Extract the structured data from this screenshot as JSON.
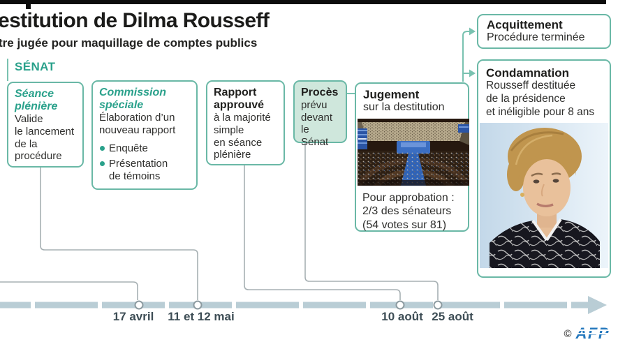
{
  "header": {
    "title": "estitution de Dilma Rousseff",
    "subtitle": "tre jugée pour maquillage de comptes publics",
    "section_label": "SÉNAT"
  },
  "boxes": {
    "seance": {
      "title": "Séance\nplénière",
      "body": "Valide\nle lancement\nde la\nprocédure"
    },
    "commission": {
      "title": "Commission\nspéciale",
      "body": "Élaboration d’un\nnouveau rapport",
      "bullets": [
        "Enquête",
        "Présentation\nde témoins"
      ]
    },
    "rapport": {
      "title": "Rapport\napprouvé",
      "body": "à la majorité\nsimple\nen séance\nplénière"
    },
    "proces": {
      "title": "Procès",
      "body": "prévu\ndevant\nle Sénat"
    },
    "jugement": {
      "title": "Jugement",
      "subtitle": "sur la destitution",
      "photo": "senate-plenary-session-photo",
      "approval": "Pour approbation :\n2/3 des sénateurs\n(54 votes sur 81)"
    },
    "acquittement": {
      "title": "Acquittement",
      "body": "Procédure terminée"
    },
    "condamnation": {
      "title": "Condamnation",
      "body": "Rousseff destituée\nde la présidence\net inéligible pour 8 ans",
      "photo": "dilma-rousseff-portrait"
    }
  },
  "timeline": {
    "dates": [
      {
        "label": "17 avril"
      },
      {
        "label": "11 et 12 mai"
      },
      {
        "label": "10 août"
      },
      {
        "label": "25 août"
      }
    ]
  },
  "credit": {
    "symbol": "©",
    "agency": "AFP"
  },
  "colors": {
    "accent_teal": "#2aa18b",
    "box_border_teal": "#6ab8a6",
    "mint_fill": "#cfe7dc",
    "connector_gray": "#a7b0b3",
    "timeline_bar": "#b9cdd5",
    "date_text": "#3d4d55",
    "afp_blue": "#2478bd"
  }
}
